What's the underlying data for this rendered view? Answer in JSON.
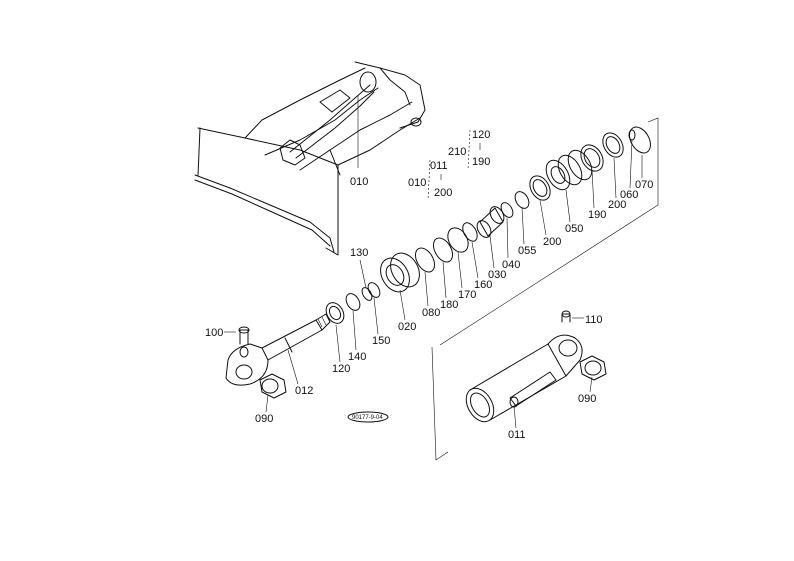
{
  "colors": {
    "ink": "#111111",
    "paper": "#ffffff"
  },
  "reference_code": "90177-9-04",
  "labels": {
    "p010_top": "010",
    "p011_group": "011",
    "p010_group": "010",
    "p200_group": "200",
    "p210": "210",
    "p120_range": "120",
    "p190_range": "190",
    "p070": "070",
    "p060": "060",
    "p200_b": "200",
    "p190": "190",
    "p050": "050",
    "p200_a": "200",
    "p055": "055",
    "p040": "040",
    "p030": "030",
    "p160": "160",
    "p170": "170",
    "p180": "180",
    "p080": "080",
    "p020": "020",
    "p130": "130",
    "p150": "150",
    "p140": "140",
    "p120": "120",
    "p100": "100",
    "p012": "012",
    "p090_left": "090",
    "p110": "110",
    "p090_right": "090",
    "p011": "011"
  }
}
